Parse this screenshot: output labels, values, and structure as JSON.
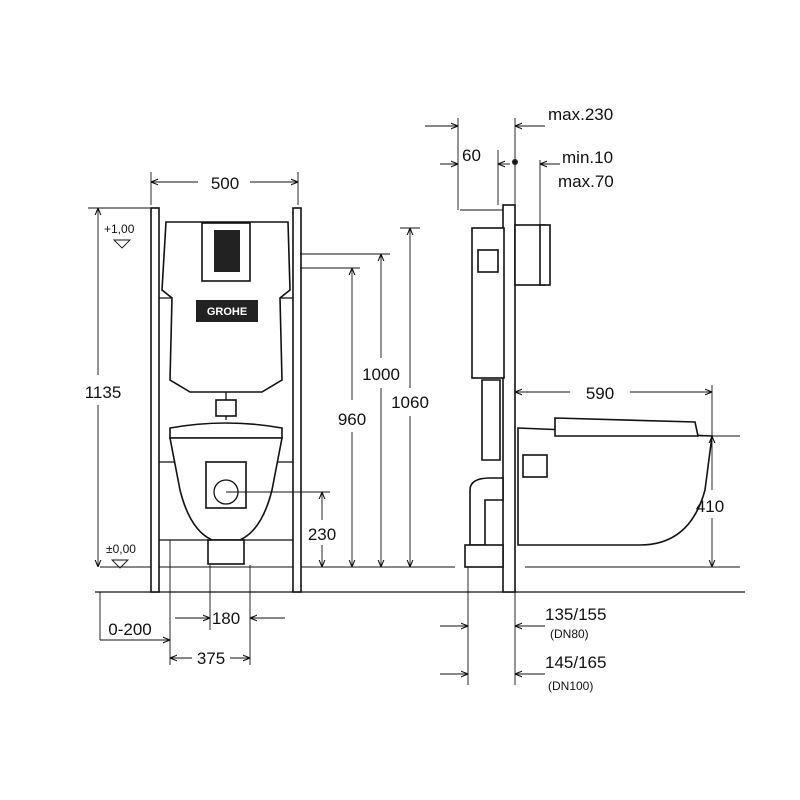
{
  "brand": "GROHE",
  "front_view": {
    "width": "500",
    "height_total": "1135",
    "level_top": "+1,00",
    "level_floor": "±0,00",
    "flush_height": "1000",
    "height_960": "960",
    "height_1060": "1060",
    "outlet_height": "230",
    "offset": "0-200",
    "bolt_spacing": "180",
    "bracket_spacing": "375"
  },
  "side_view": {
    "max_depth": "max.230",
    "supply_offset": "60",
    "plate_min": "min.10",
    "plate_max": "max.70",
    "bowl_length": "590",
    "bowl_height": "410",
    "dn80_dim": "135/155",
    "dn80_label": "(DN80)",
    "dn100_dim": "145/165",
    "dn100_label": "(DN100)"
  }
}
